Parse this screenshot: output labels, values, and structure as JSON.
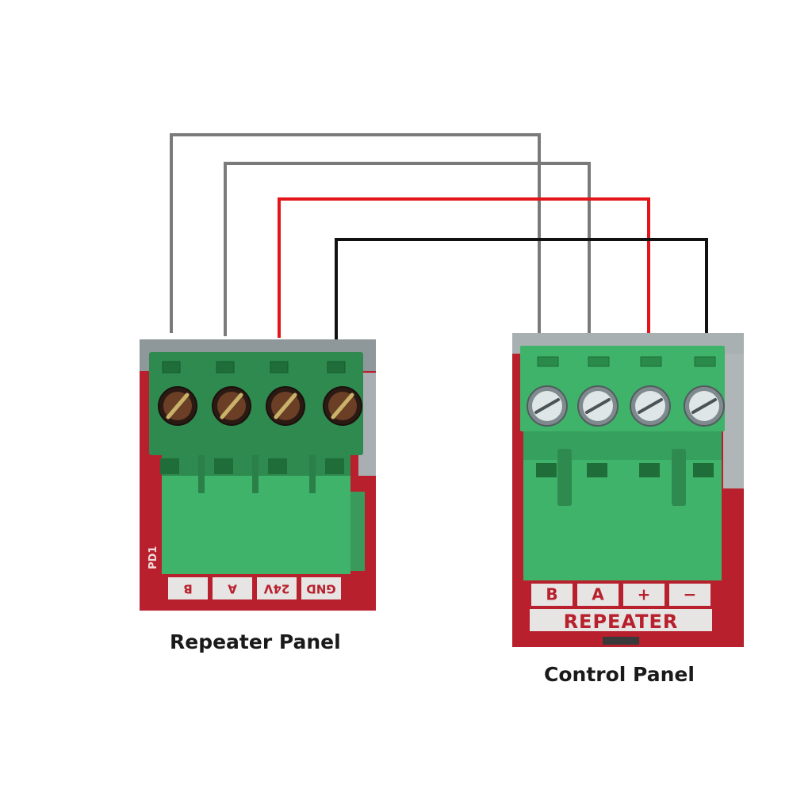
{
  "wire_colors": {
    "gray": "#7a7a7a",
    "red": "#e3151b",
    "black": "#111111"
  },
  "colors": {
    "terminal_green": "#3fb36a",
    "pcb_red": "#b7202c",
    "label_plate": "#e7e4e4"
  },
  "repeater_panel": {
    "caption": "Repeater Panel",
    "terminal_labels": [
      "B",
      "A",
      "24V",
      "GND"
    ],
    "side_text": "PD1"
  },
  "control_panel": {
    "caption": "Control Panel",
    "terminal_labels": [
      "B",
      "A",
      "+",
      "−"
    ],
    "header_label": "REPEATER"
  }
}
